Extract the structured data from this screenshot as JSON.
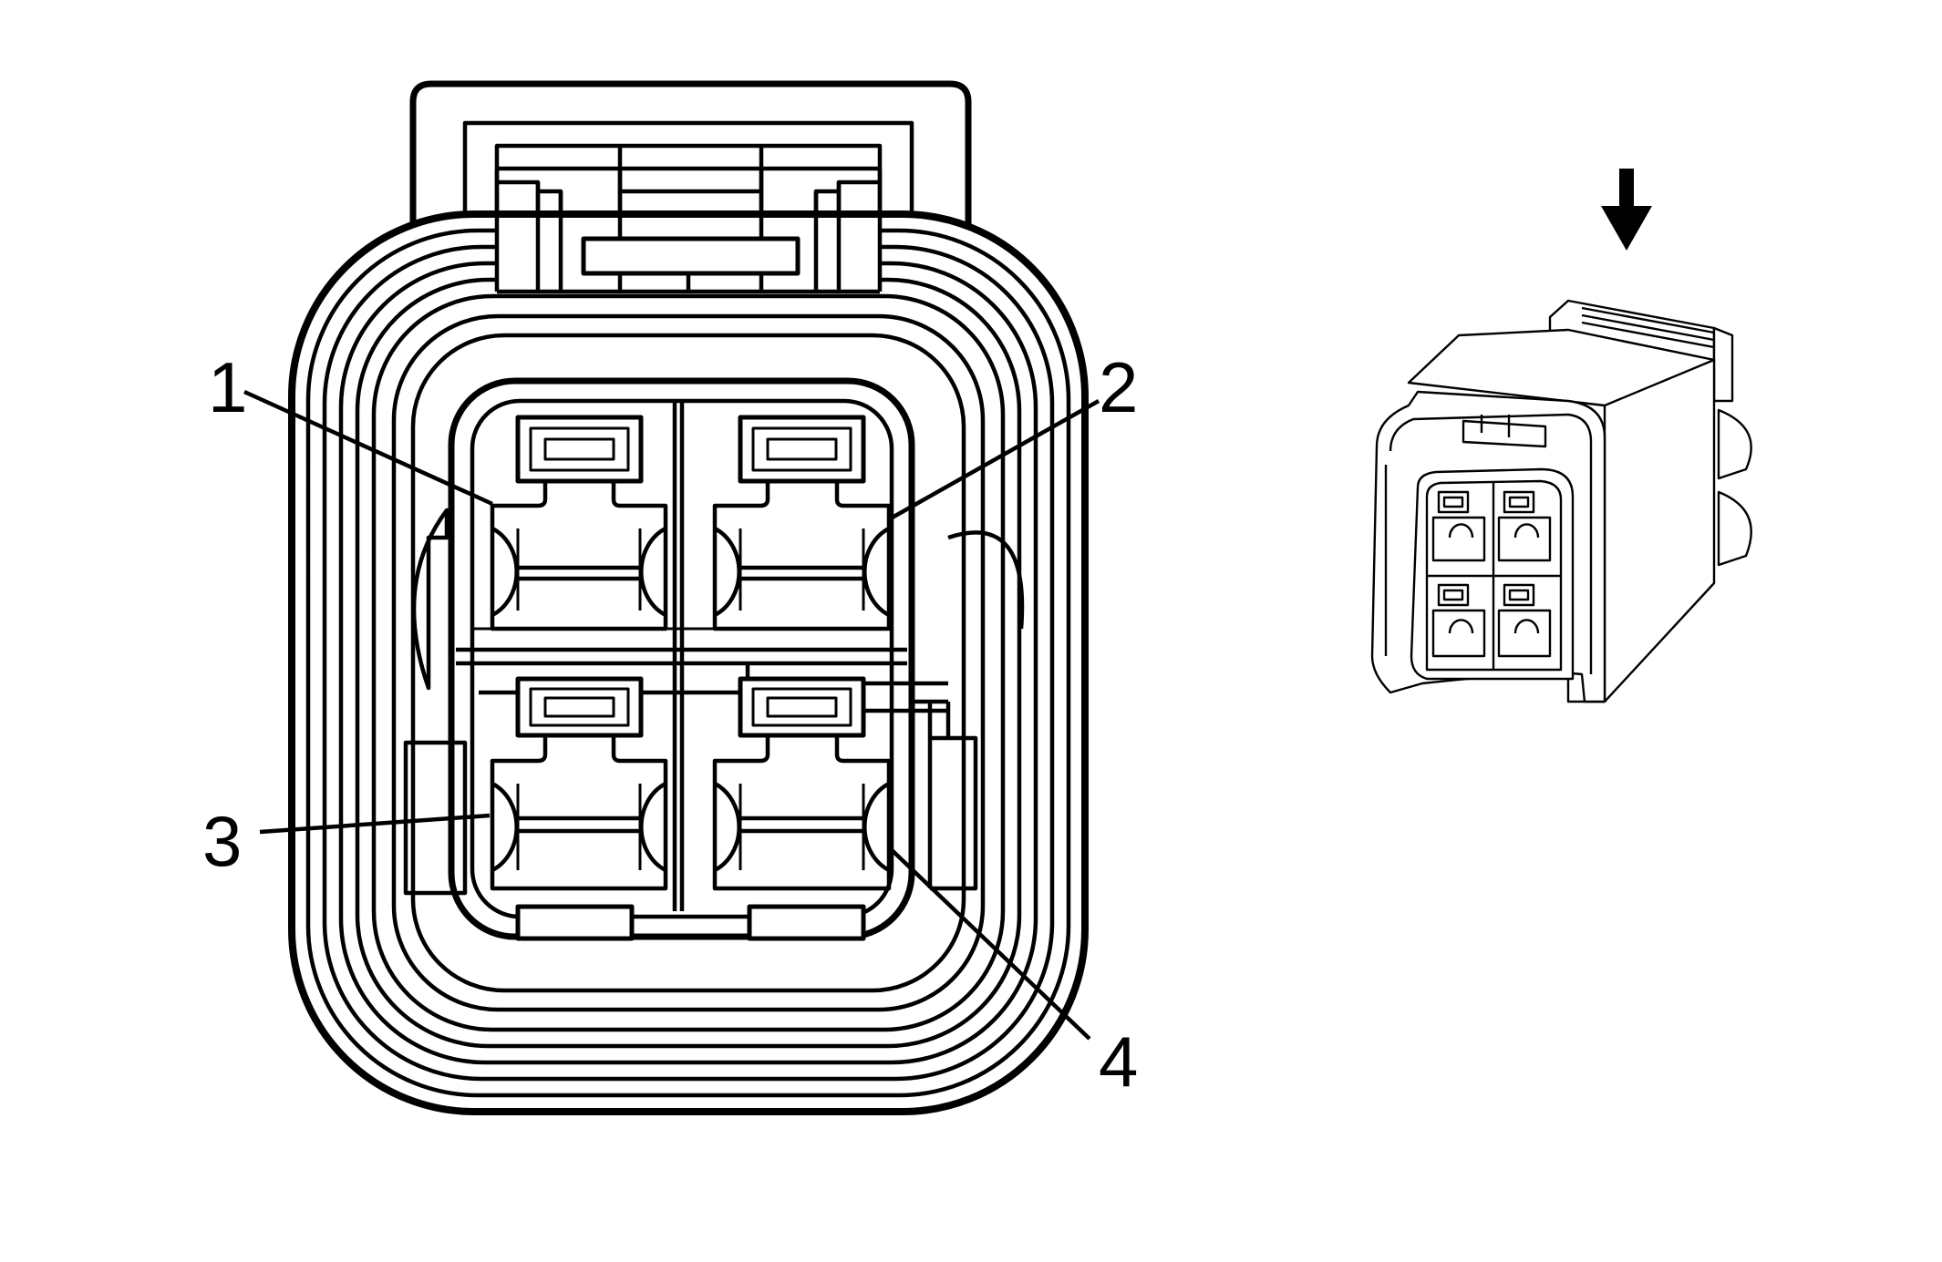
{
  "diagram": {
    "pins": [
      {
        "label": "1"
      },
      {
        "label": "2"
      },
      {
        "label": "3"
      },
      {
        "label": "4"
      }
    ],
    "view_indicator": "arrow-down-icon",
    "colors": {
      "line": "#000000",
      "background": "#ffffff"
    }
  }
}
